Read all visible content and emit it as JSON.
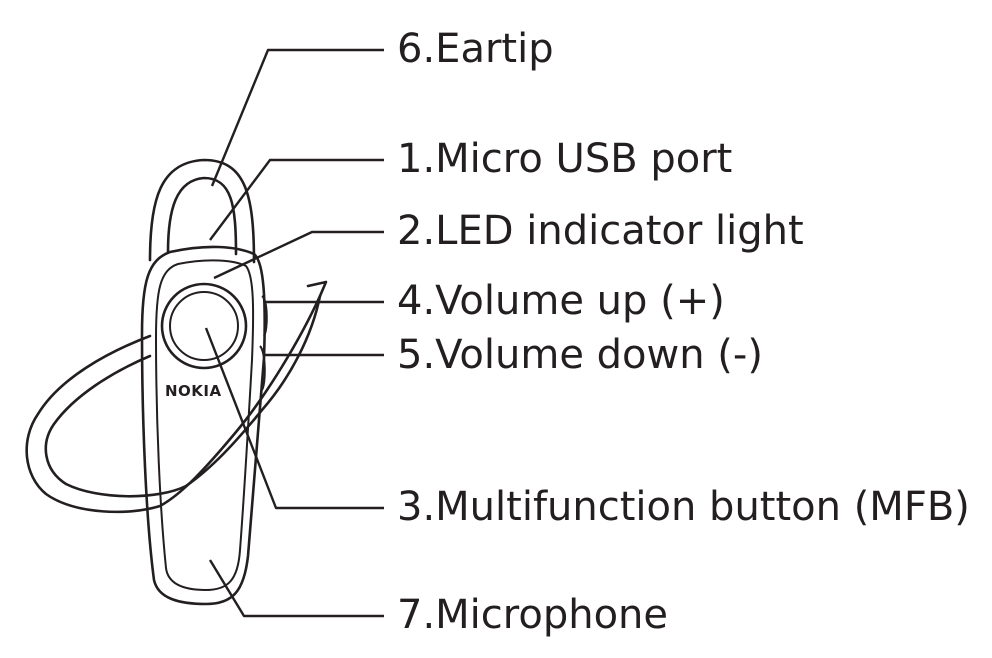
{
  "brand_logo": "NOKIA",
  "labels": {
    "eartip": "6.Eartip",
    "usb": "1.Micro USB port",
    "led": "2.LED indicator light",
    "vol_up": "4.Volume up (+)",
    "vol_down": "5.Volume down (-)",
    "mfb": "3.Multifunction button (MFB)",
    "mic": "7.Microphone"
  },
  "colors": {
    "line": "#231f20",
    "background": "#ffffff"
  }
}
